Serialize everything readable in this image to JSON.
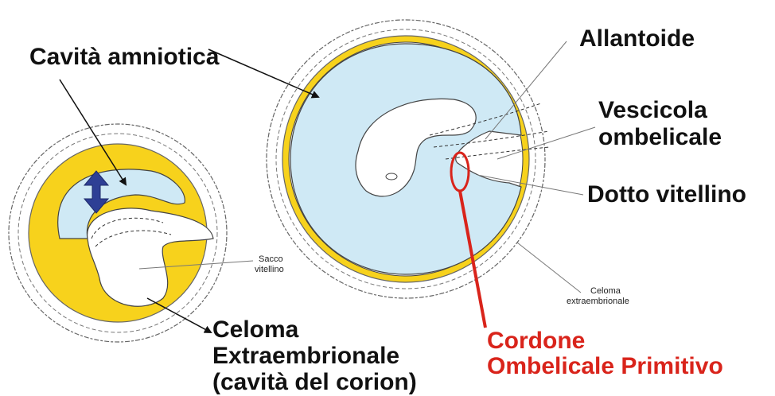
{
  "labels": {
    "cavita_amniotica": "Cavità amniotica",
    "allantoide": "Allantoide",
    "vescicola_1": "Vescicola",
    "vescicola_2": "ombelicale",
    "dotto_vitellino": "Dotto vitellino",
    "celoma_1": "Celoma",
    "celoma_2": "Extraembrionale",
    "celoma_3": "(cavità del corion)",
    "cordone_1": "Cordone",
    "cordone_2": "Ombelicale Primitivo",
    "sacco_1": "Sacco",
    "sacco_2": "vitellino",
    "celoma_small_1": "Celoma",
    "celoma_small_2": "extraembrionale"
  },
  "colors": {
    "yellow": "#f7d21c",
    "light_blue": "#cfe9f5",
    "villi": "#555555",
    "arrow_blue": "#2e3f95",
    "red": "#d9241b"
  }
}
